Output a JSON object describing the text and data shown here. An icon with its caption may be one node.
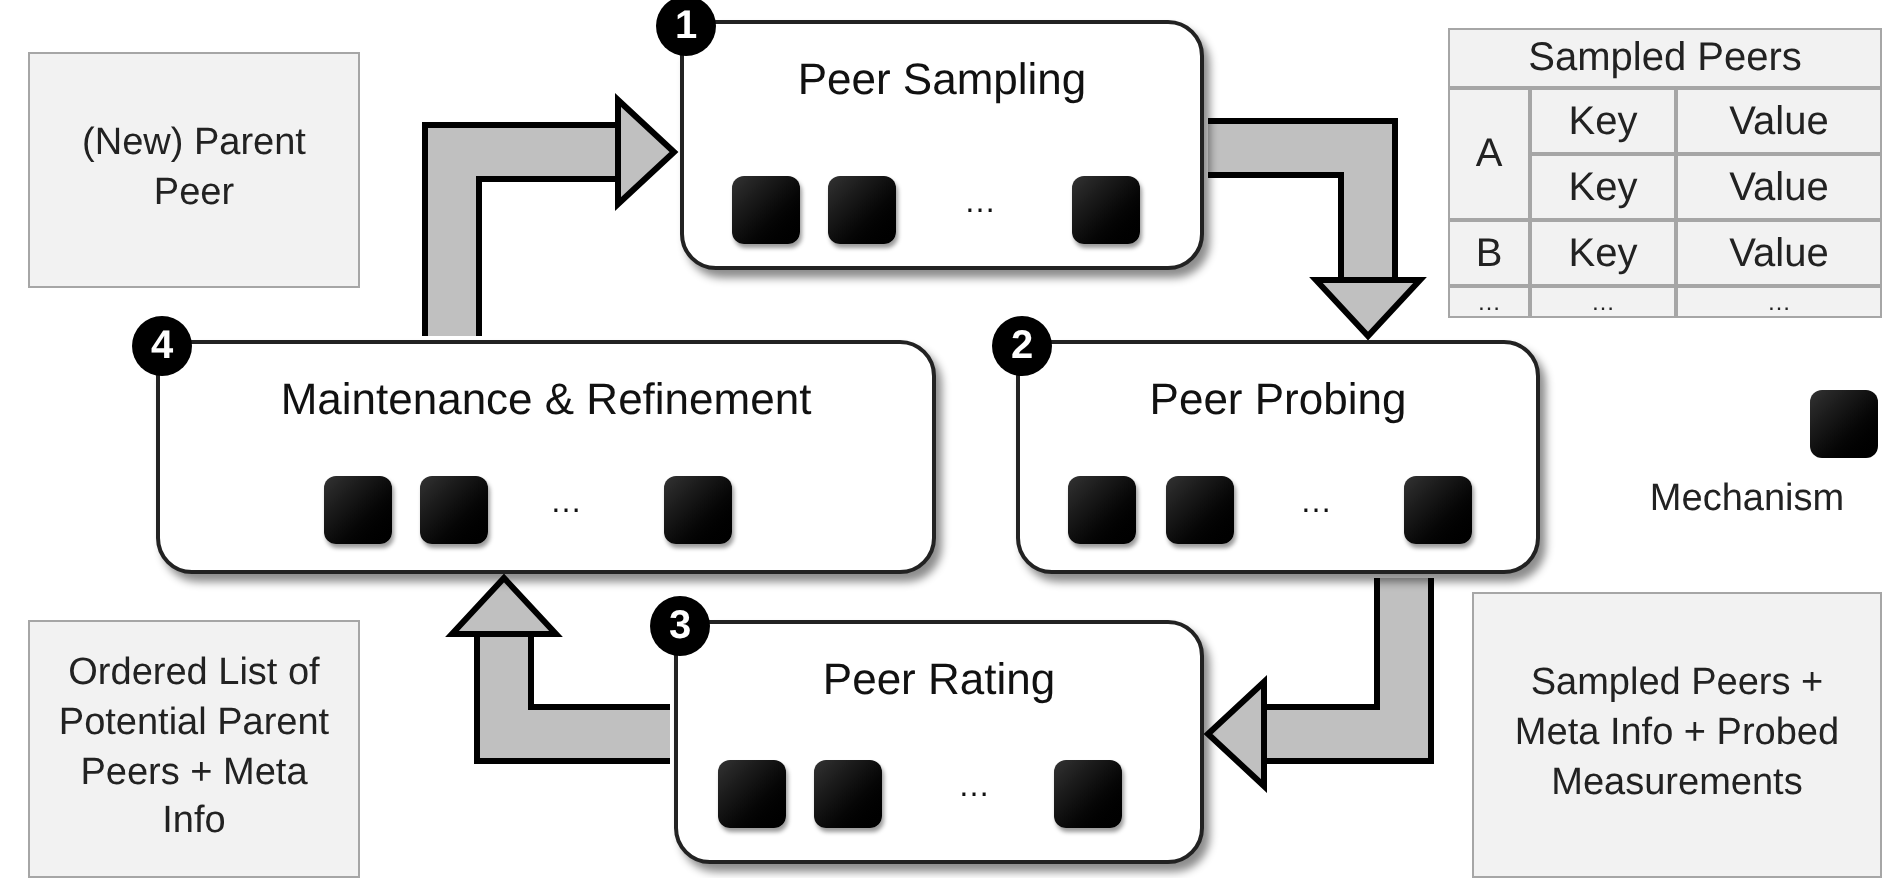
{
  "diagram": {
    "nodes": [
      {
        "text": [
          "(New) Parent Peer"
        ]
      },
      {
        "text": [
          "Peer Sampling",
          "…"
        ],
        "beside": [
          "1"
        ]
      },
      {
        "text": [],
        "shape": "box",
        "in": 1
      },
      {
        "text": [],
        "shape": "box",
        "in": 1
      },
      {
        "text": [],
        "shape": "box",
        "in": 1
      },
      {
        "text": [
          "Maintenance & Refinement",
          "…"
        ],
        "beside": [
          "4"
        ]
      },
      {
        "text": [],
        "shape": "box",
        "in": 5
      },
      {
        "text": [],
        "shape": "box",
        "in": 5
      },
      {
        "text": [],
        "shape": "box",
        "in": 5
      },
      {
        "text": [
          "Peer Probing",
          "…"
        ],
        "beside": [
          "2"
        ]
      },
      {
        "text": [],
        "shape": "box",
        "in": 9
      },
      {
        "text": [],
        "shape": "box",
        "in": 9
      },
      {
        "text": [],
        "shape": "box",
        "in": 9
      },
      {
        "text": [
          "Ordered List of Potential Parent Peers + Meta Info"
        ]
      },
      {
        "text": [
          "Peer Rating",
          "…"
        ],
        "beside": [
          "3"
        ]
      },
      {
        "text": [],
        "shape": "box",
        "in": 14
      },
      {
        "text": [],
        "shape": "box",
        "in": 14
      },
      {
        "text": [],
        "shape": "box",
        "in": 14
      },
      {
        "text": [
          "Sampled Peers + Meta Info + Probed Measurements"
        ]
      }
    ],
    "edges": [
      {
        "from": 5,
        "to": 1,
        "arrow": "to"
      },
      {
        "from": 1,
        "to": 9,
        "arrow": "to"
      },
      {
        "from": 9,
        "to": 14,
        "arrow": "to"
      },
      {
        "from": 14,
        "to": 5,
        "arrow": "to"
      }
    ],
    "labels": [
      "Sampled Peers",
      "A",
      "Key",
      "Value",
      "Key",
      "Value",
      "B",
      "Key",
      "Value",
      "…",
      "…",
      "…"
    ],
    "legend": [
      {
        "text": "Mechanism"
      }
    ]
  }
}
